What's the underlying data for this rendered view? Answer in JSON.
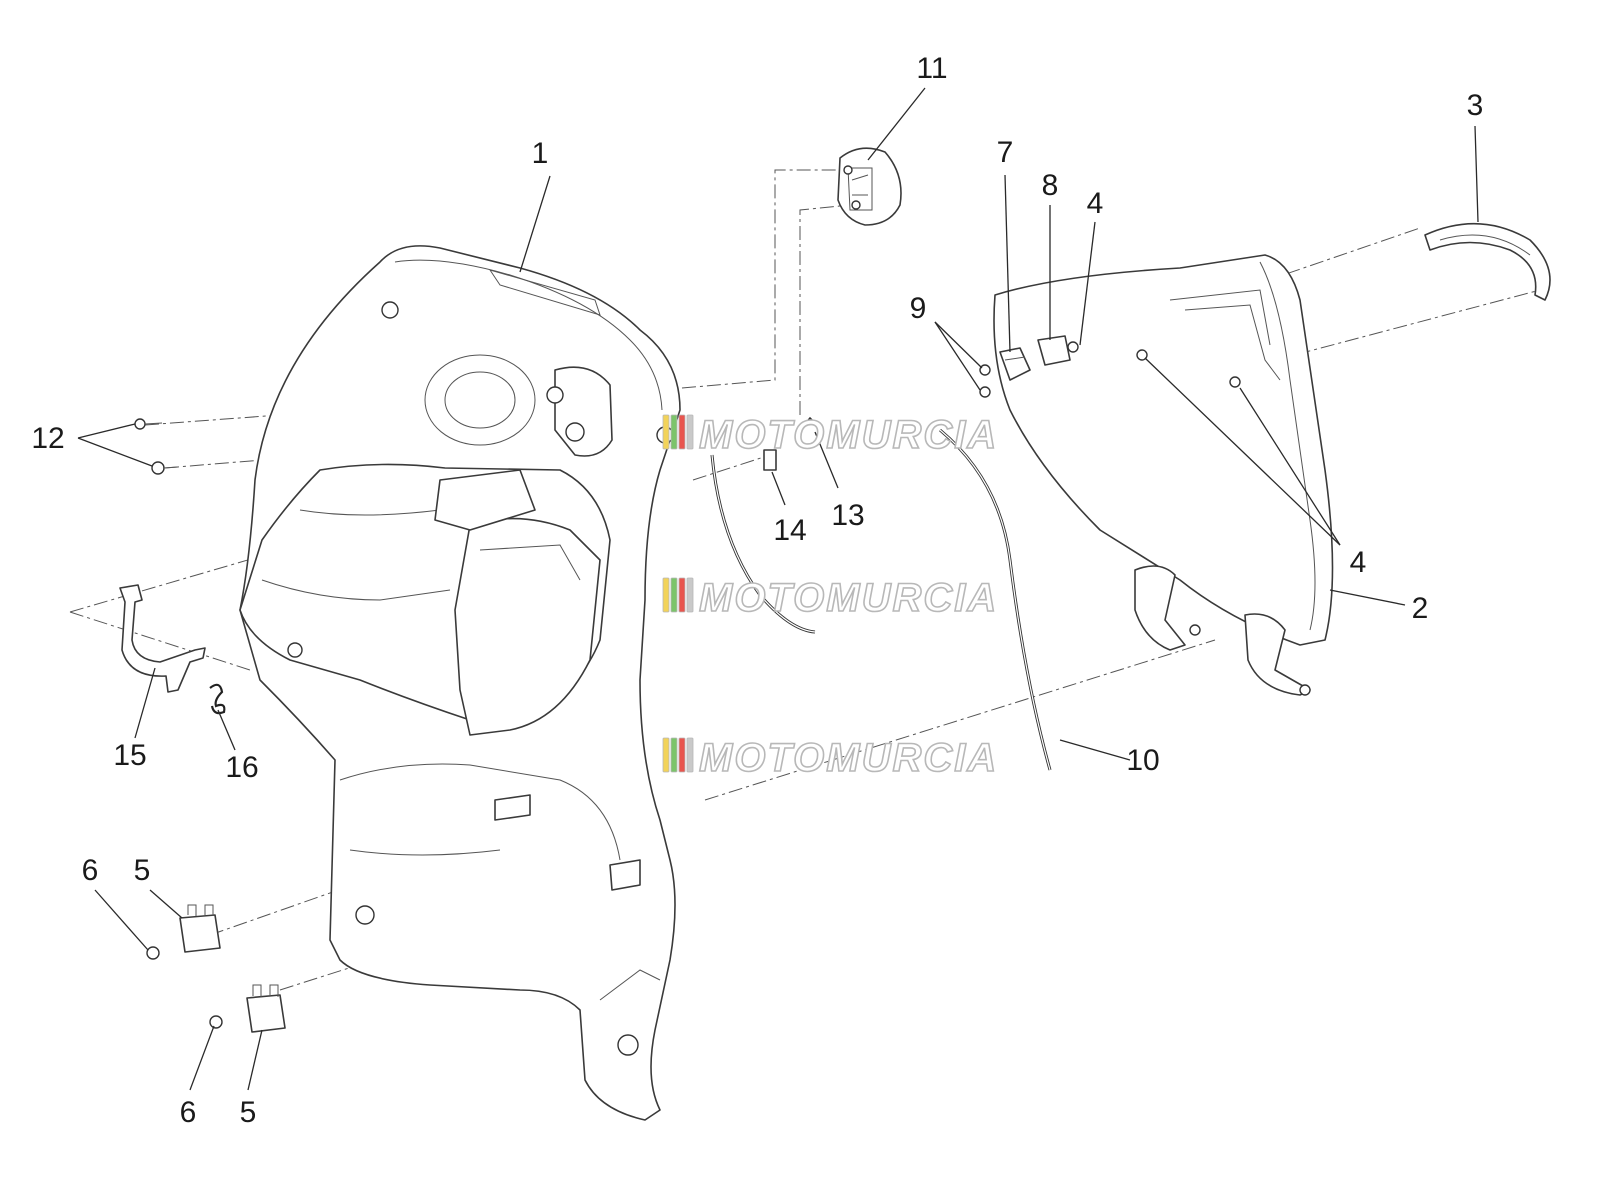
{
  "callouts": [
    {
      "id": "1",
      "label": "1"
    },
    {
      "id": "2",
      "label": "2"
    },
    {
      "id": "3",
      "label": "3"
    },
    {
      "id": "4a",
      "label": "4"
    },
    {
      "id": "4b",
      "label": "4"
    },
    {
      "id": "5a",
      "label": "5"
    },
    {
      "id": "5b",
      "label": "5"
    },
    {
      "id": "6a",
      "label": "6"
    },
    {
      "id": "6b",
      "label": "6"
    },
    {
      "id": "7",
      "label": "7"
    },
    {
      "id": "8",
      "label": "8"
    },
    {
      "id": "9",
      "label": "9"
    },
    {
      "id": "10",
      "label": "10"
    },
    {
      "id": "11",
      "label": "11"
    },
    {
      "id": "12",
      "label": "12"
    },
    {
      "id": "13",
      "label": "13"
    },
    {
      "id": "14",
      "label": "14"
    },
    {
      "id": "15",
      "label": "15"
    },
    {
      "id": "16",
      "label": "16"
    }
  ],
  "watermark": {
    "text": "MOTOMURCIA",
    "stripe_colors": [
      "#f2d35a",
      "#7cc46b",
      "#e8554e",
      "#c9c9c9"
    ]
  },
  "colors": {
    "line": "#3a3a3a",
    "background": "#ffffff",
    "watermark_outline": "#b8b8b8"
  }
}
